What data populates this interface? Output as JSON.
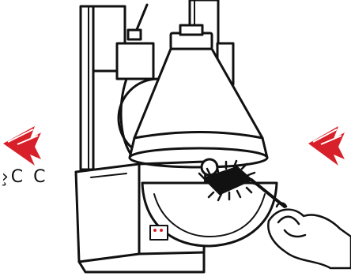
{
  "figure": {
    "callout_text": "›̧C C",
    "arrow_color": "#d8202a",
    "line_color": "#111111",
    "arrows": [
      {
        "name": "left-arrow-icon",
        "direction": "left"
      },
      {
        "name": "right-arrow-icon",
        "direction": "left"
      }
    ],
    "icons": [
      "antenna-icon",
      "bulb-icon",
      "cleaning-brush-icon",
      "hand-icon",
      "control-panel-icon"
    ]
  }
}
